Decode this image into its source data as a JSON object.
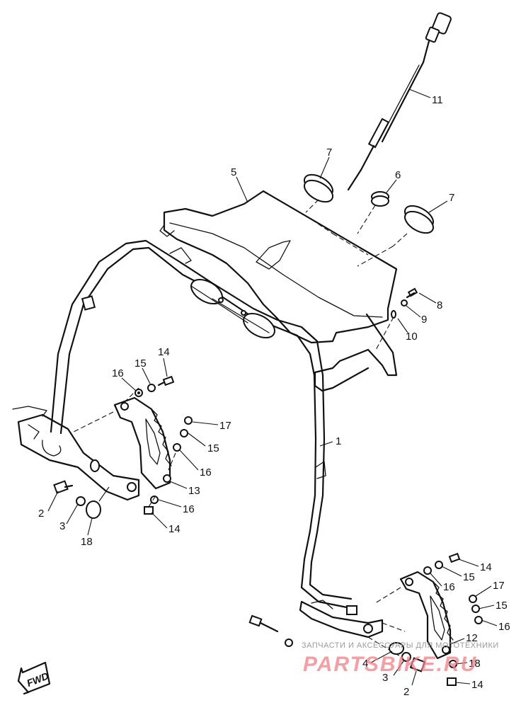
{
  "callouts": [
    {
      "id": "c11",
      "label": "11"
    },
    {
      "id": "c7a",
      "label": "7"
    },
    {
      "id": "c5",
      "label": "5"
    },
    {
      "id": "c6",
      "label": "6"
    },
    {
      "id": "c7b",
      "label": "7"
    },
    {
      "id": "c8",
      "label": "8"
    },
    {
      "id": "c9",
      "label": "9"
    },
    {
      "id": "c10",
      "label": "10"
    },
    {
      "id": "c14a",
      "label": "14"
    },
    {
      "id": "c15a",
      "label": "15"
    },
    {
      "id": "c16a",
      "label": "16"
    },
    {
      "id": "c17a",
      "label": "17"
    },
    {
      "id": "c15b",
      "label": "15"
    },
    {
      "id": "c16b",
      "label": "16"
    },
    {
      "id": "c1",
      "label": "1"
    },
    {
      "id": "c13",
      "label": "13"
    },
    {
      "id": "c16c",
      "label": "16"
    },
    {
      "id": "c14b",
      "label": "14"
    },
    {
      "id": "c2a",
      "label": "2"
    },
    {
      "id": "c3a",
      "label": "3"
    },
    {
      "id": "c18a",
      "label": "18"
    },
    {
      "id": "c14c",
      "label": "14"
    },
    {
      "id": "c15c",
      "label": "15"
    },
    {
      "id": "c16d",
      "label": "16"
    },
    {
      "id": "c17b",
      "label": "17"
    },
    {
      "id": "c15d",
      "label": "15"
    },
    {
      "id": "c16e",
      "label": "16"
    },
    {
      "id": "c12",
      "label": "12"
    },
    {
      "id": "c4",
      "label": "4"
    },
    {
      "id": "c18b",
      "label": "18"
    },
    {
      "id": "c3b",
      "label": "3"
    },
    {
      "id": "c2b",
      "label": "2"
    },
    {
      "id": "c14d",
      "label": "14"
    }
  ],
  "fwd_label": "FWD",
  "watermark": {
    "line1": "ЗАПЧАСТИ И АКСЕССУАРЫ ДЛЯ МОТОТЕХНИКИ",
    "line2": "PARTSBIKE.RU"
  },
  "colors": {
    "ink": "#111111",
    "background": "#ffffff",
    "watermark_red": "#f07f86",
    "watermark_gray": "#9a9a9a"
  }
}
